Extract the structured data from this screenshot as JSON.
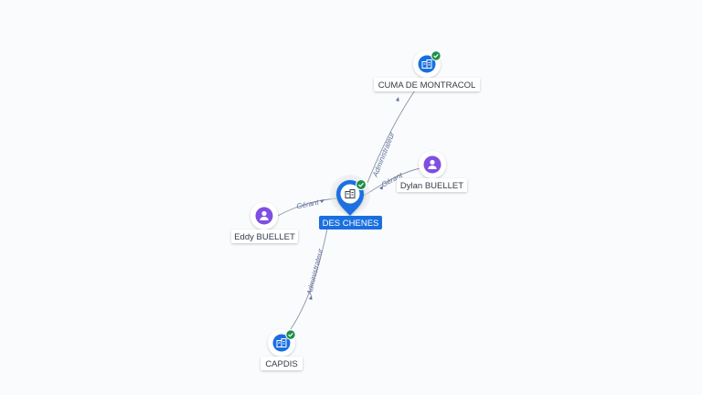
{
  "graph": {
    "center": {
      "id": "des-chenes",
      "label": "DES CHENES",
      "type": "company",
      "verified": true,
      "selected": true
    },
    "nodes": [
      {
        "id": "cuma",
        "label": "CUMA DE MONTRACOL",
        "type": "company",
        "verified": true
      },
      {
        "id": "dylan",
        "label": "Dylan BUELLET",
        "type": "person",
        "verified": false
      },
      {
        "id": "eddy",
        "label": "Eddy BUELLET",
        "type": "person",
        "verified": false
      },
      {
        "id": "capdis",
        "label": "CAPDIS",
        "type": "company",
        "verified": true
      }
    ],
    "edges": [
      {
        "from": "des-chenes",
        "to": "cuma",
        "label": "Administrateur"
      },
      {
        "from": "dylan",
        "to": "des-chenes",
        "label": "Gérant"
      },
      {
        "from": "eddy",
        "to": "des-chenes",
        "label": "Gérant"
      },
      {
        "from": "des-chenes",
        "to": "capdis",
        "label": "Administrateur"
      }
    ]
  },
  "colors": {
    "company": "#1a6fe0",
    "person": "#7f4fe0",
    "verified": "#1f8f4a",
    "edge": "#8b93a3",
    "edge_label": "#5d6f9a",
    "main_pin": "#1a6fe0"
  },
  "icons": {
    "company": "building-icon",
    "person": "person-icon",
    "verified": "check-badge-icon"
  }
}
